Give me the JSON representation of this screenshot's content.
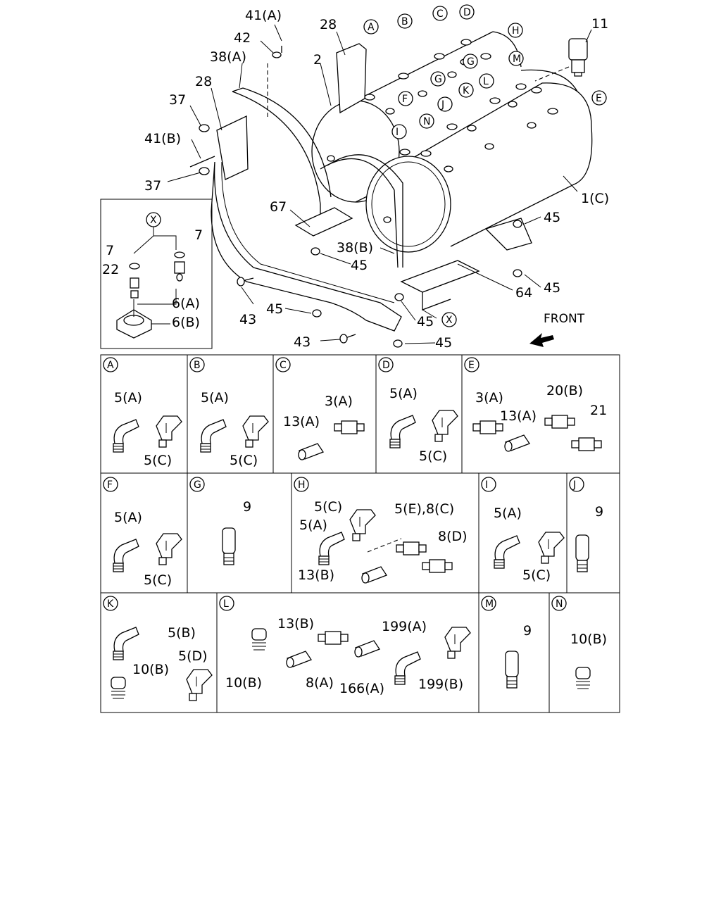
{
  "callouts": {
    "c41a": "41(A)",
    "c42": "42",
    "c38a": "38(A)",
    "c28a": "28",
    "c28b": "28",
    "c2": "2",
    "c37a": "37",
    "c41b": "41(B)",
    "c37b": "37",
    "c11": "11",
    "c1c": "1(C)",
    "c67": "67",
    "c38b": "38(B)",
    "c45a": "45",
    "c45b": "45",
    "c45c": "45",
    "c45d": "45",
    "c45e": "45",
    "c45f": "45",
    "c43a": "43",
    "c43b": "43",
    "c64": "64",
    "front": "FRONT"
  },
  "tank_markers": [
    "A",
    "B",
    "C",
    "D",
    "H",
    "G",
    "G",
    "M",
    "E",
    "F",
    "L",
    "K",
    "J",
    "N",
    "I"
  ],
  "inset_x": {
    "marker": "X",
    "labels": {
      "l7a": "7",
      "l7b": "7",
      "l22": "22",
      "l6a": "6(A)",
      "l6b": "6(B)"
    }
  },
  "x_marker_main": "X",
  "panels": [
    {
      "id": "A",
      "labels": [
        "5(A)",
        "5(C)"
      ]
    },
    {
      "id": "B",
      "labels": [
        "5(A)",
        "5(C)"
      ]
    },
    {
      "id": "C",
      "labels": [
        "3(A)",
        "13(A)"
      ]
    },
    {
      "id": "D",
      "labels": [
        "5(A)",
        "5(C)"
      ]
    },
    {
      "id": "E",
      "labels": [
        "3(A)",
        "13(A)",
        "20(B)",
        "21"
      ]
    },
    {
      "id": "F",
      "labels": [
        "5(A)",
        "5(C)"
      ]
    },
    {
      "id": "G",
      "labels": [
        "9"
      ]
    },
    {
      "id": "H",
      "labels": [
        "5(C)",
        "5(E),8(C)",
        "5(A)",
        "8(D)",
        "13(B)"
      ]
    },
    {
      "id": "I",
      "labels": [
        "5(A)",
        "5(C)"
      ]
    },
    {
      "id": "J",
      "labels": [
        "9"
      ]
    },
    {
      "id": "K",
      "labels": [
        "5(B)",
        "10(B)",
        "5(D)"
      ]
    },
    {
      "id": "L",
      "labels": [
        "13(B)",
        "199(A)",
        "10(B)",
        "8(A)",
        "166(A)",
        "199(B)"
      ]
    },
    {
      "id": "M",
      "labels": [
        "9"
      ]
    },
    {
      "id": "N",
      "labels": [
        "10(B)"
      ]
    }
  ]
}
